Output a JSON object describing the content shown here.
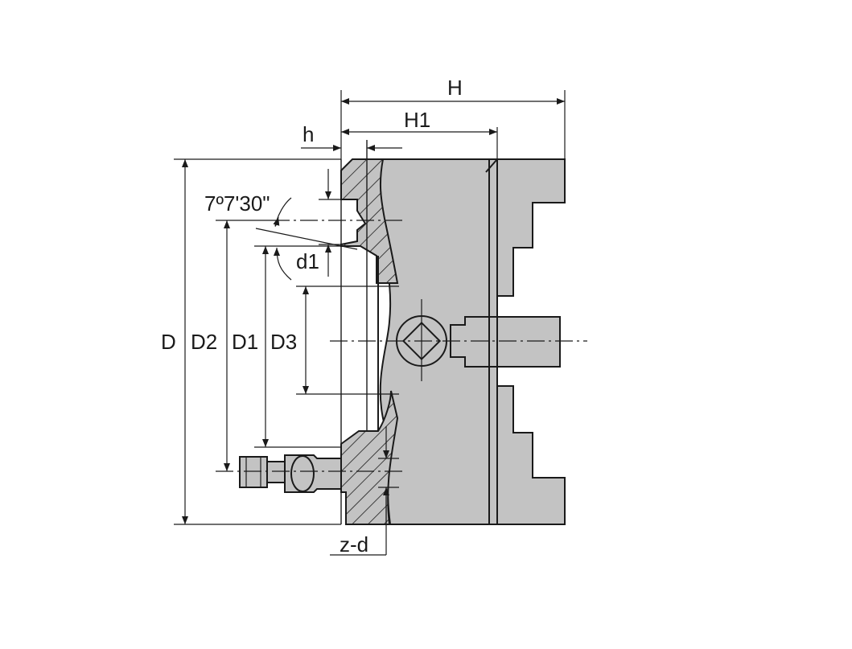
{
  "labels": {
    "H": "H",
    "H1": "H1",
    "h": "h",
    "angle": "7º7'30\"",
    "d1": "d1",
    "D": "D",
    "D2": "D2",
    "D1": "D1",
    "D3": "D3",
    "z_d": "z-d"
  }
}
